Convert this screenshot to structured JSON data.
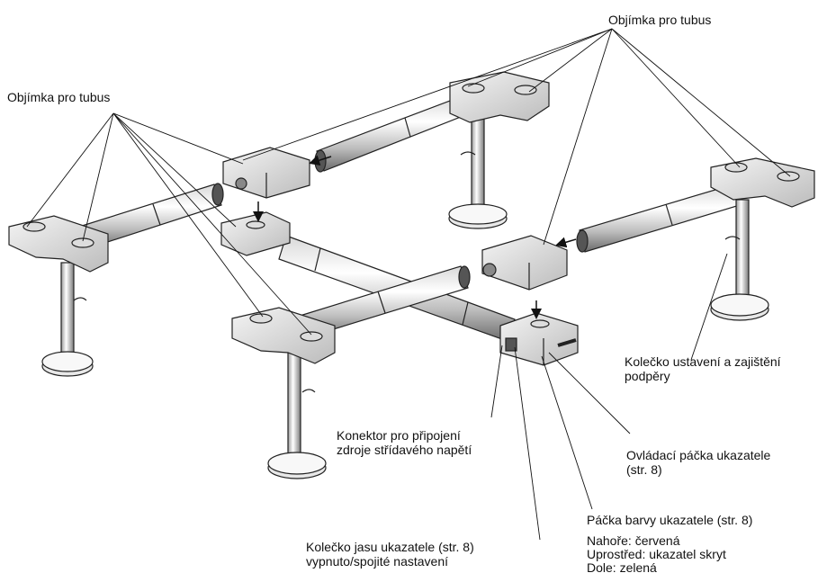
{
  "labels": {
    "tube_clamp_top": "Objímka pro tubus",
    "tube_clamp_left": "Objímka pro tubus",
    "support_wheel": [
      "Kolečko ustavení a zajištění",
      "podpěry"
    ],
    "ac_connector": [
      "Konektor pro připojení",
      "zdroje střídavého napětí"
    ],
    "pointer_control_lever": [
      "Ovládací páčka ukazatele",
      "(str. 8)"
    ],
    "pointer_color_lever": "Páčka barvy ukazatele (str. 8)",
    "pointer_brightness_wheel": [
      "Kolečko jasu ukazatele (str. 8)",
      "vypnuto/spojité nastavení"
    ]
  },
  "color_lever_positions": [
    "Nahoře: červená",
    "Uprostřed: ukazatel skryt",
    "Dole: zelená"
  ]
}
